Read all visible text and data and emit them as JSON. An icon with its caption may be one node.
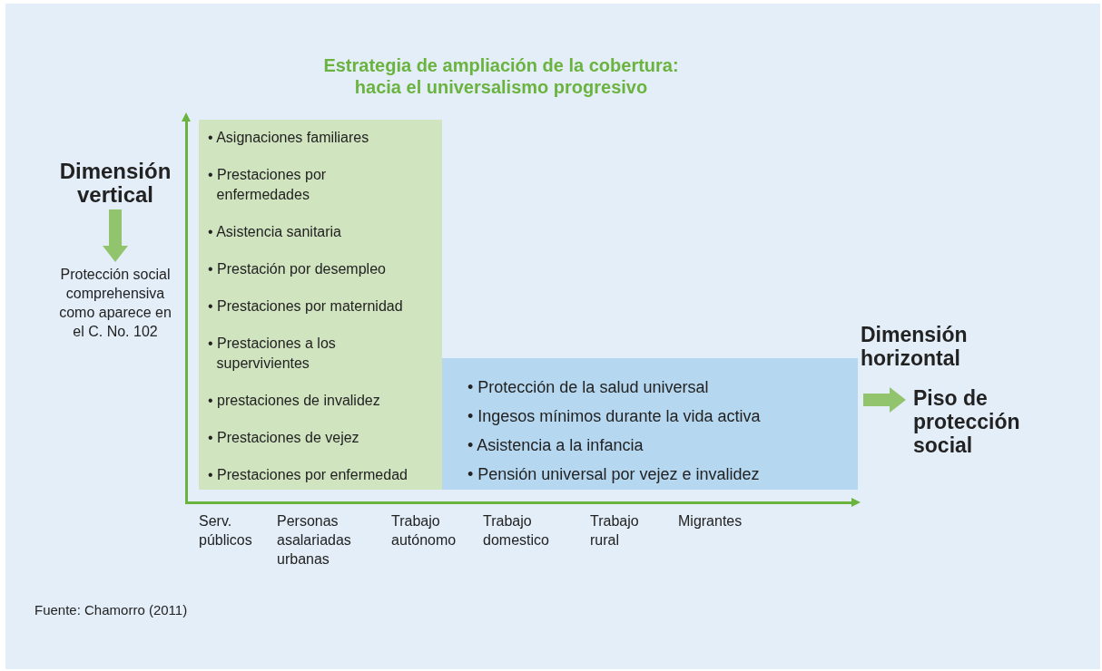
{
  "diagram": {
    "title": "Estrategia de ampliación de la cobertura: hacia el universalismo progresivo",
    "caption": "Fuente: Chamorro (2011)",
    "nodes": [
      {
        "text": [
          "• Asignaciones familiares",
          "• Prestaciones por enfermedades",
          "• Asistencia sanitaria",
          "• Prestación por desempleo",
          "• Prestaciones por maternidad",
          "• Prestaciones a los supervivientes",
          "• prestaciones de invalidez",
          "• Prestaciones de vejez",
          "• Prestaciones por enfermedad"
        ]
      },
      {
        "text": [
          "• Protección de la salud universal",
          "• Ingesos mínimos durante la vida activa",
          "• Asistencia a la infancia",
          "• Pensión universal por vejez e invalidez"
        ]
      },
      {
        "text": [
          "Dimensión vertical"
        ]
      },
      {
        "text": [
          "Protección social comprehensiva como aparece en el C. No. 102"
        ]
      },
      {
        "text": [
          "Piso de protección social"
        ]
      }
    ],
    "edges": [
      {
        "from": 2,
        "to": 3,
        "arrow": "to"
      },
      {
        "from": 1,
        "to": 4,
        "arrow": "to"
      }
    ],
    "labels": [
      "Dimensión horizontal",
      "Serv. públicos",
      "Personas asalariadas urbanas",
      "Trabajo autónomo",
      "Trabajo domestico",
      "Trabajo rural",
      "Migrantes"
    ]
  }
}
